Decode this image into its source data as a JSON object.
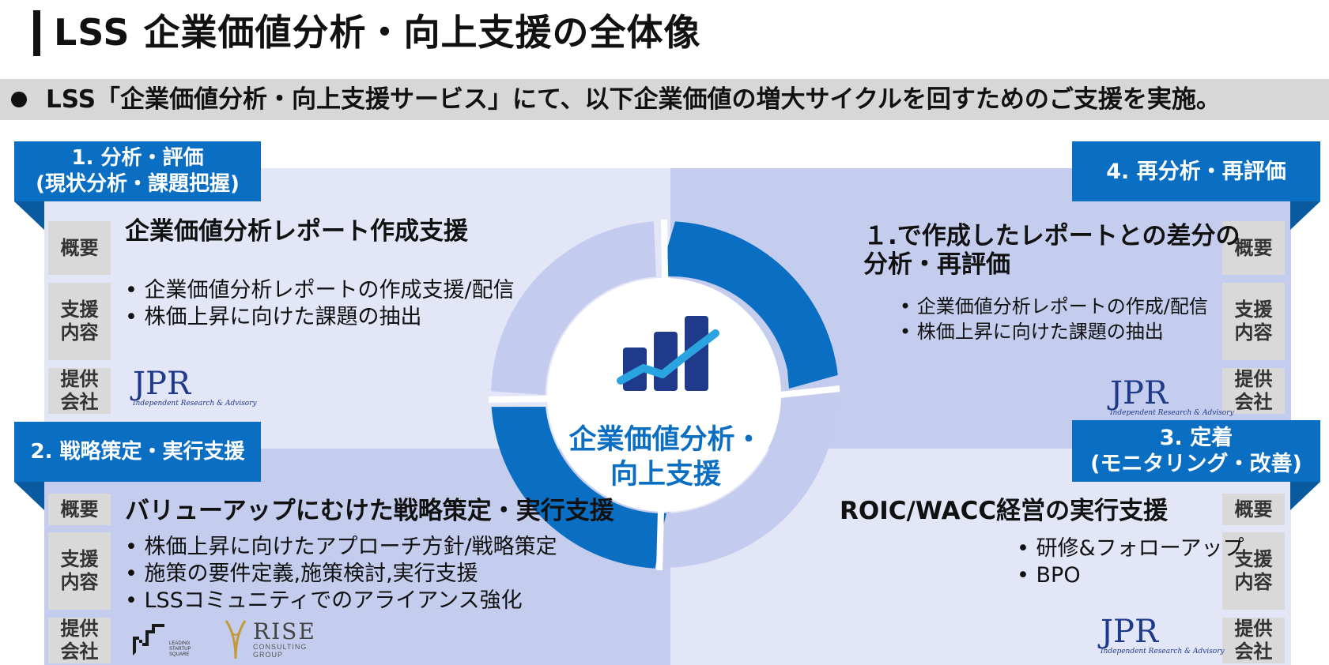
{
  "header": {
    "title": "LSS 企業価値分析・向上支援の全体像",
    "subtitle": "LSS「企業価値分析・向上支援サービス」にて、以下企業価値の増大サイクルを回すためのご支援を実施。"
  },
  "center": {
    "line1": "企業価値分析・",
    "line2": "向上支援",
    "icon": "bar-chart-trend-icon"
  },
  "labels": {
    "overview": "概要",
    "support_1": "支援",
    "support_2": "内容",
    "provider_1": "提供",
    "provider_2": "会社"
  },
  "phases": {
    "p1": {
      "tab_1": "1. 分析・評価",
      "tab_2": "(現状分析・課題把握)",
      "heading": "企業価値分析レポート作成支援",
      "items": [
        "企業価値分析レポートの作成支援/配信",
        "株価上昇に向けた課題の抽出"
      ],
      "provider_logo": "JPR",
      "provider_sub": "Independent Research & Advisory"
    },
    "p2": {
      "tab": "2. 戦略策定・実行支援",
      "heading": "バリューアップにむけた戦略策定・実行支援",
      "items": [
        "株価上昇に向けたアプローチ方針/戦略策定",
        "施策の要件定義,施策検討,実行支援",
        "LSSコミュニティでのアライアンス強化"
      ],
      "logo_lss_lines": [
        "LEADING",
        "STARTUP",
        "SQUARE"
      ],
      "logo_rise": "RISE",
      "logo_rise_sub_1": "CONSULTING",
      "logo_rise_sub_2": "GROUP"
    },
    "p3": {
      "tab_1": "3.  定着",
      "tab_2": "(モニタリング・改善)",
      "heading": "ROIC/WACC経営の実行支援",
      "items": [
        "研修&フォローアップ",
        "BPO"
      ],
      "provider_logo": "JPR",
      "provider_sub": "Independent Research & Advisory"
    },
    "p4": {
      "tab": "4. 再分析・再評価",
      "heading_1": "１.で作成したレポートとの差分の",
      "heading_2": "分析・再評価",
      "items": [
        "企業価値分析レポートの作成/配信",
        "株価上昇に向けた課題の抽出"
      ],
      "provider_logo": "JPR",
      "provider_sub": "Independent Research & Advisory"
    }
  },
  "colors": {
    "accent": "#0a6ec3",
    "light_quadrant": "#e2e6f7",
    "mid_quadrant": "#c5cdee",
    "ring_light": "#c3cbee",
    "label_gray": "#d9d9d9"
  }
}
